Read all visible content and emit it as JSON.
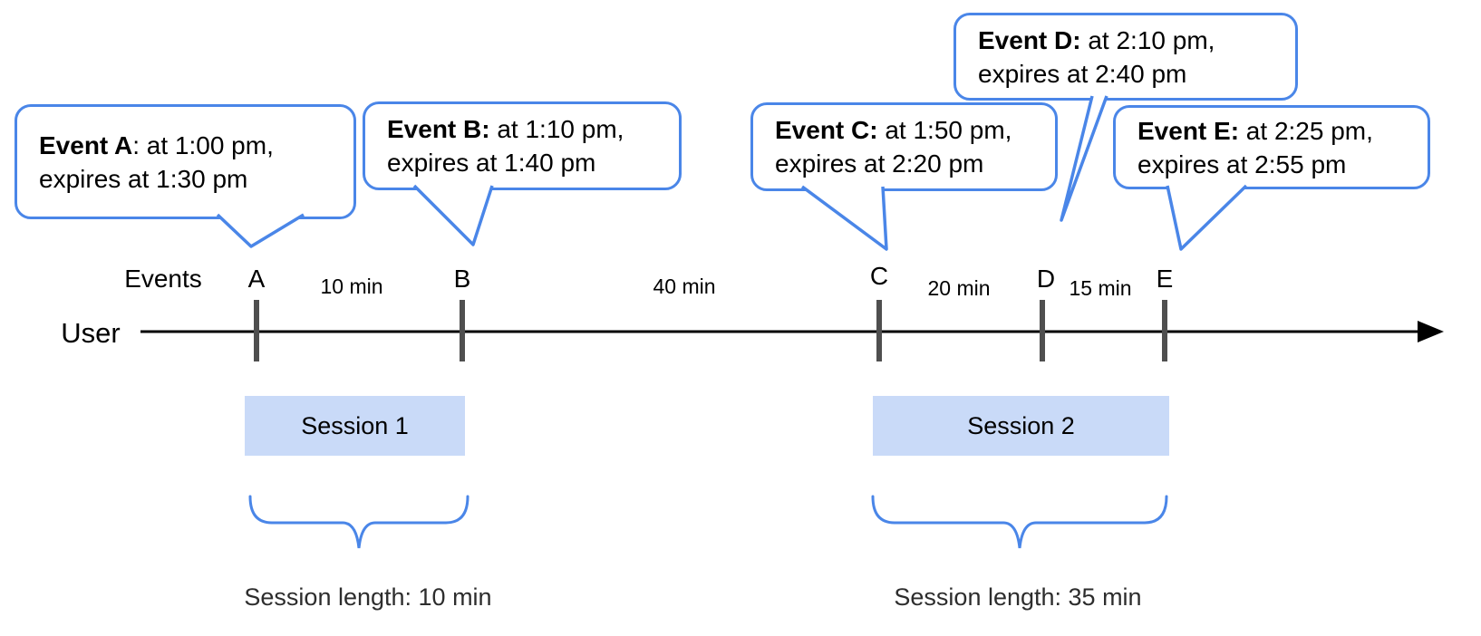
{
  "diagram": {
    "axis": {
      "events_label": "Events",
      "user_label": "User"
    },
    "bubbles": [
      {
        "id": "A",
        "title": "Event A",
        "rest": ": at 1:00 pm,",
        "line2": "expires at 1:30 pm"
      },
      {
        "id": "B",
        "title": "Event B:",
        "rest": " at 1:10 pm,",
        "line2": "expires at 1:40 pm"
      },
      {
        "id": "C",
        "title": "Event C:",
        "rest": " at 1:50 pm,",
        "line2": "expires at 2:20 pm"
      },
      {
        "id": "D",
        "title": "Event D:",
        "rest": " at 2:10 pm,",
        "line2": "expires at 2:40 pm"
      },
      {
        "id": "E",
        "title": "Event E:",
        "rest": " at 2:25 pm,",
        "line2": "expires at 2:55 pm"
      }
    ],
    "ticks": [
      {
        "label": "A"
      },
      {
        "label": "B"
      },
      {
        "label": "C"
      },
      {
        "label": "D"
      },
      {
        "label": "E"
      }
    ],
    "intervals": [
      {
        "label": "10 min"
      },
      {
        "label": "40 min"
      },
      {
        "label": "20 min"
      },
      {
        "label": "15 min"
      }
    ],
    "sessions": [
      {
        "label": "Session 1",
        "length_label": "Session length: 10 min"
      },
      {
        "label": "Session 2",
        "length_label": "Session length: 35 min"
      }
    ],
    "colors": {
      "accent_blue": "#4a86e8",
      "session_fill": "#c9daf8",
      "tick_gray": "#4f4f4f",
      "timeline_black": "#000000"
    }
  }
}
